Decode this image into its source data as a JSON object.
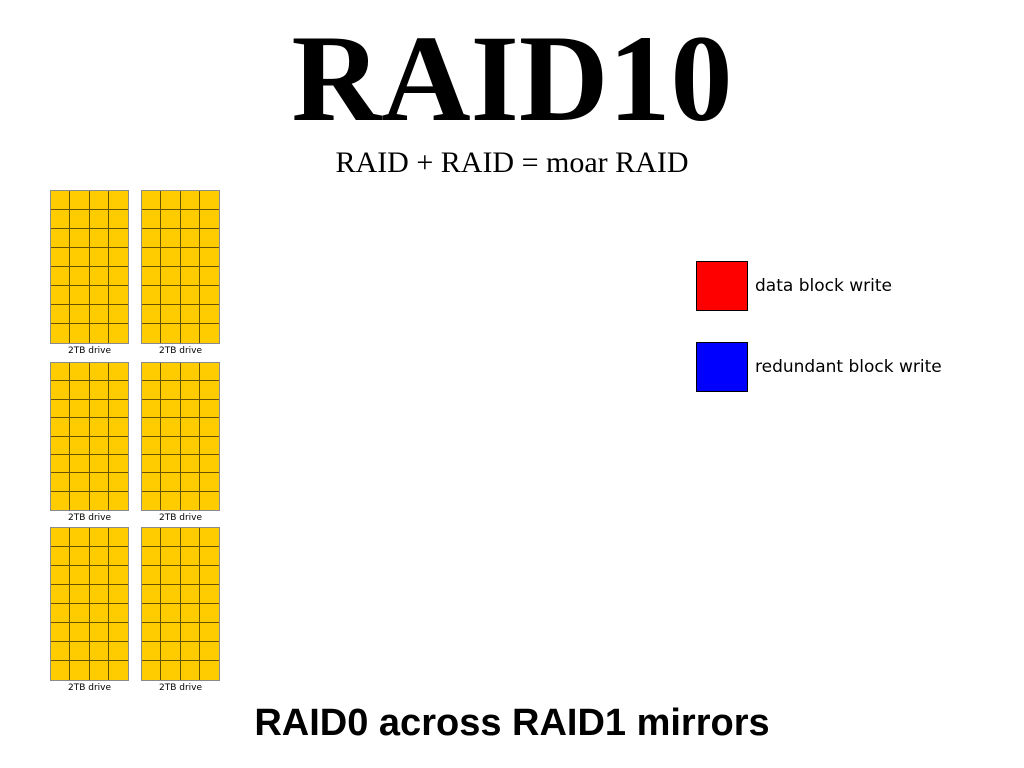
{
  "title": "RAID10",
  "subtitle": "RAID + RAID = moar RAID",
  "footer": "RAID0 across RAID1 mirrors",
  "drives": [
    {
      "label": "2TB drive"
    },
    {
      "label": "2TB drive"
    },
    {
      "label": "2TB drive"
    },
    {
      "label": "2TB drive"
    },
    {
      "label": "2TB drive"
    },
    {
      "label": "2TB drive"
    }
  ],
  "drive_grid": {
    "columns": 4,
    "rows": 8,
    "color": "#ffcc00"
  },
  "legend": [
    {
      "label": "data block write",
      "color": "#ff0000"
    },
    {
      "label": "redundant block write",
      "color": "#0000ff"
    }
  ]
}
